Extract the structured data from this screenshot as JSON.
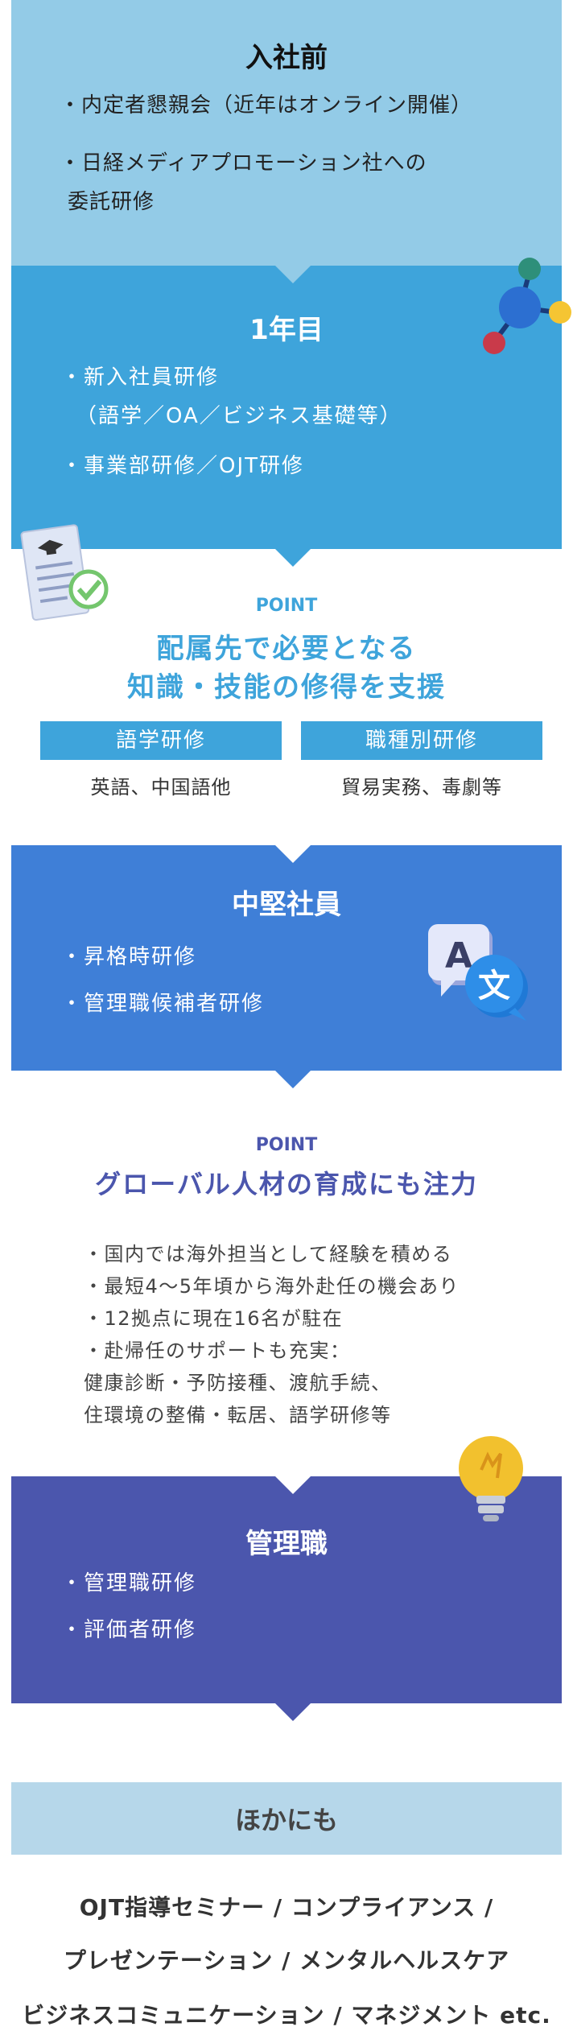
{
  "pre_join": {
    "title": "入社前",
    "items": [
      "・内定者懇親会（近年はオンライン開催）",
      "・日経メディアプロモーション社への",
      "委託研修"
    ]
  },
  "year1": {
    "title": "1年目",
    "items": [
      "・新入社員研修",
      "（語学／OA／ビジネス基礎等）",
      "・事業部研修／OJT研修"
    ]
  },
  "point1": {
    "label": "POINT",
    "heading_line1": "配属先で必要となる",
    "heading_line2": "知識・技能の修得を支援",
    "tags": [
      {
        "title": "語学研修",
        "sub": "英語、中国語他"
      },
      {
        "title": "職種別研修",
        "sub": "貿易実務、毒劇等"
      }
    ]
  },
  "mid": {
    "title": "中堅社員",
    "items": [
      "・昇格時研修",
      "・管理職候補者研修"
    ]
  },
  "point2": {
    "label": "POINT",
    "heading": "グローバル人材の育成にも注力",
    "items": [
      "・国内では海外担当として経験を積める",
      "・最短4～5年頃から海外赴任の機会あり",
      "・12拠点に現在16名が駐在",
      "・赴帰任のサポートも充実：",
      "健康診断・予防接種、渡航手続、",
      "住環境の整備・転居、語学研修等"
    ]
  },
  "manager": {
    "title": "管理職",
    "items": [
      "・管理職研修",
      "・評価者研修"
    ]
  },
  "others": {
    "title": "ほかにも",
    "lines": [
      "OJT指導セミナー / コンプライアンス /",
      "プレゼンテーション / メンタルヘルスケア",
      "ビジネスコミュニケーション / マネジメント etc."
    ]
  },
  "colors": {
    "pre_join": "#93cbe7",
    "year1": "#3ea4db",
    "mid": "#3f7fd7",
    "manager": "#4b56ad",
    "point1_heading": "#3ea4db",
    "point2_heading": "#4b56ad",
    "others": "#b6d7ea"
  },
  "icons": [
    "molecule-icon",
    "certificate-icon",
    "translate-icon",
    "lightbulb-icon"
  ]
}
